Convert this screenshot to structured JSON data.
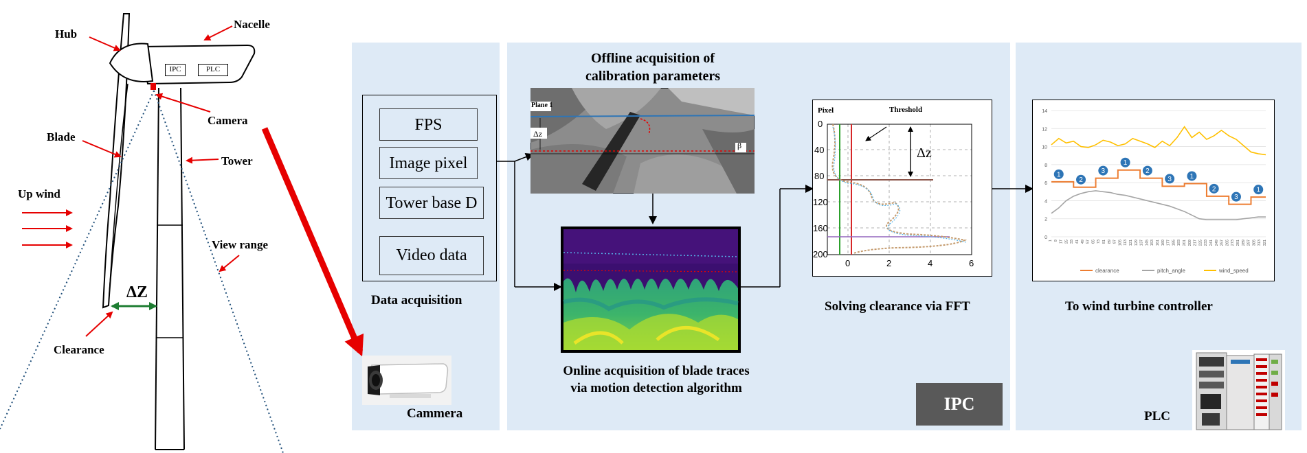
{
  "turbine": {
    "hub": "Hub",
    "nacelle": "Nacelle",
    "ipc_box": "IPC",
    "plc_box": "PLC",
    "camera": "Camera",
    "blade": "Blade",
    "tower": "Tower",
    "up_wind": "Up wind",
    "view_range": "View range",
    "delta_z": "ΔZ",
    "clearance": "Clearance"
  },
  "data_acquisition": {
    "items": [
      "FPS",
      "Image pixel",
      "Tower base D",
      "Video data"
    ],
    "caption": "Data acquisition",
    "camera_caption": "Cammera"
  },
  "ipc_panel": {
    "offline_title_1": "Offline acquisition of",
    "offline_title_2": "calibration parameters",
    "plane_label": "Plane 1",
    "dz_label": "Δz",
    "beta_label": "β",
    "online_caption_1": "Online acquisition of blade traces",
    "online_caption_2": "via motion detection algorithm",
    "fft_caption": "Solving clearance via FFT",
    "badge": "IPC"
  },
  "fft_plot": {
    "pixel_label": "Pixel",
    "threshold_label": "Threshold",
    "dz_label": "Δz",
    "y_ticks": [
      "0",
      "40",
      "80",
      "120",
      "160",
      "200"
    ],
    "x_ticks": [
      "0",
      "2",
      "4",
      "6"
    ]
  },
  "controller_panel": {
    "caption": "To wind turbine controller",
    "plc_caption": "PLC"
  },
  "colors": {
    "panel_bg": "#deeaf6",
    "red_arrow": "#e60000",
    "green_arrow": "#1e7d32",
    "clearance_line": "#ed7d31",
    "pitch_line": "#a5a5a5",
    "wind_line": "#ffc000",
    "marker_blue": "#2e75b6"
  },
  "chart_data": {
    "type": "line",
    "y_ticks": [
      "14",
      "12",
      "10",
      "8",
      "6",
      "4",
      "2",
      "0"
    ],
    "x_ticks": [
      "1",
      "9",
      "17",
      "25",
      "33",
      "41",
      "49",
      "57",
      "65",
      "73",
      "81",
      "89",
      "97",
      "105",
      "113",
      "121",
      "129",
      "137",
      "145",
      "153",
      "161",
      "169",
      "177",
      "185",
      "193",
      "201",
      "209",
      "217",
      "225",
      "233",
      "241",
      "249",
      "257",
      "265",
      "273",
      "281",
      "289",
      "297",
      "305",
      "313",
      "321"
    ],
    "ylim": [
      0,
      14
    ],
    "series": [
      {
        "name": "clearance",
        "values": [
          6.1,
          6.1,
          6.1,
          5.5,
          5.5,
          5.5,
          6.5,
          6.5,
          6.5,
          7.4,
          7.4,
          7.4,
          6.5,
          6.5,
          6.5,
          5.6,
          5.6,
          5.6,
          5.9,
          5.9,
          5.9,
          4.5,
          4.5,
          4.5,
          3.6,
          3.6,
          3.6,
          4.4,
          4.4,
          4.4
        ]
      },
      {
        "name": "pitch_angle",
        "values": [
          2.6,
          3.2,
          4.0,
          4.5,
          4.8,
          5.0,
          5.1,
          5.0,
          4.9,
          4.7,
          4.6,
          4.4,
          4.2,
          4.0,
          3.8,
          3.6,
          3.4,
          3.1,
          2.8,
          2.4,
          2.0,
          1.9,
          1.9,
          1.9,
          1.9,
          1.9,
          2.0,
          2.1,
          2.2,
          2.2
        ]
      },
      {
        "name": "wind_speed",
        "values": [
          10.2,
          10.9,
          10.4,
          10.6,
          10.0,
          9.9,
          10.2,
          10.7,
          10.5,
          10.1,
          10.3,
          10.9,
          10.6,
          10.3,
          9.9,
          10.6,
          10.1,
          11.0,
          12.2,
          11.0,
          11.6,
          10.8,
          11.2,
          11.8,
          11.2,
          10.8,
          10.1,
          9.4,
          9.2,
          9.1
        ]
      }
    ],
    "markers": [
      "1",
      "2",
      "3",
      "1",
      "2",
      "3",
      "1",
      "2",
      "3",
      "1"
    ]
  }
}
